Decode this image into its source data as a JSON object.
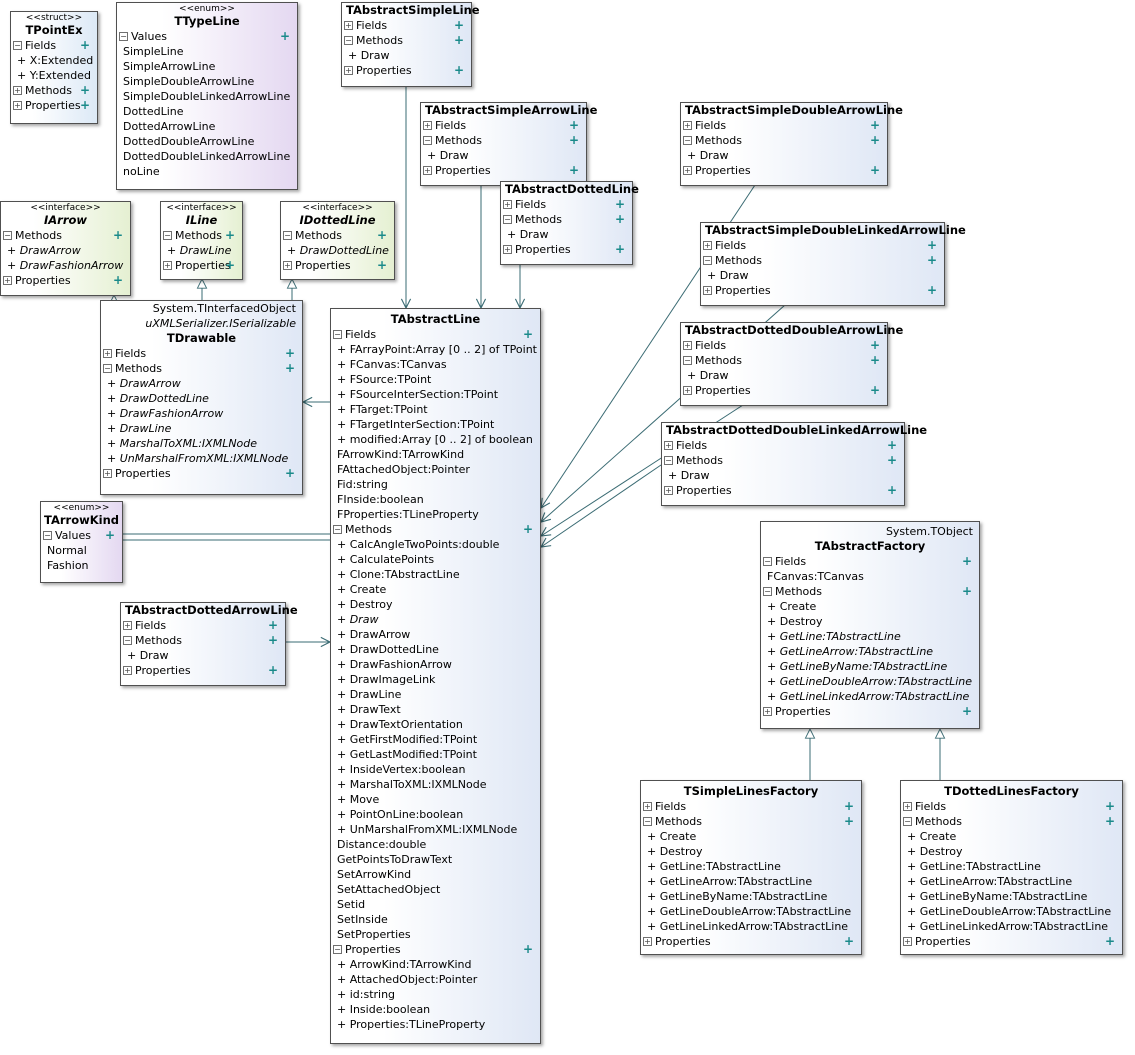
{
  "boxes": {
    "tpointex": {
      "stereotype": "<<struct>>",
      "name": "TPointEx",
      "fields": "Fields",
      "field_items": [
        "+ X:Extended",
        "+ Y:Extended"
      ],
      "methods": "Methods",
      "properties": "Properties"
    },
    "ttypeline": {
      "stereotype": "<<enum>>",
      "name": "TTypeLine",
      "values": "Values",
      "value_items": [
        "SimpleLine",
        "SimpleArrowLine",
        "SimpleDoubleArrowLine",
        "SimpleDoubleLinkedArrowLine",
        "DottedLine",
        "DottedArrowLine",
        "DottedDoubleArrowLine",
        "DottedDoubleLinkedArrowLine",
        "noLine"
      ]
    },
    "tabstractsimpleline": {
      "name": "TAbstractSimpleLine",
      "fields": "Fields",
      "methods": "Methods",
      "method_items": [
        "+ Draw"
      ],
      "properties": "Properties"
    },
    "tabstractsimplearrowline": {
      "name": "TAbstractSimpleArrowLine",
      "fields": "Fields",
      "methods": "Methods",
      "method_items": [
        "+ Draw"
      ],
      "properties": "Properties"
    },
    "tabstractdottedline": {
      "name": "TAbstractDottedLine",
      "fields": "Fields",
      "methods": "Methods",
      "method_items": [
        "+ Draw"
      ],
      "properties": "Properties"
    },
    "tabstractsimpledoublearrowline": {
      "name": "TAbstractSimpleDoubleArrowLine",
      "fields": "Fields",
      "methods": "Methods",
      "method_items": [
        "+ Draw"
      ],
      "properties": "Properties"
    },
    "tabstractsimpledoublelinkedarrowline": {
      "name": "TAbstractSimpleDoubleLinkedArrowLine",
      "fields": "Fields",
      "methods": "Methods",
      "method_items": [
        "+ Draw"
      ],
      "properties": "Properties"
    },
    "tabstractdotteddoublearrowline": {
      "name": "TAbstractDottedDoubleArrowLine",
      "fields": "Fields",
      "methods": "Methods",
      "method_items": [
        "+ Draw"
      ],
      "properties": "Properties"
    },
    "tabstractdotteddoublelinkedarrowline": {
      "name": "TAbstractDottedDoubleLinkedArrowLine",
      "fields": "Fields",
      "methods": "Methods",
      "method_items": [
        "+ Draw"
      ],
      "properties": "Properties"
    },
    "iarrow": {
      "stereotype": "<<interface>>",
      "name": "IArrow",
      "methods": "Methods",
      "method_items": [
        "+ DrawArrow",
        "+ DrawFashionArrow"
      ],
      "properties": "Properties"
    },
    "iline": {
      "stereotype": "<<interface>>",
      "name": "ILine",
      "methods": "Methods",
      "method_items": [
        "+ DrawLine"
      ],
      "properties": "Properties"
    },
    "idottedline": {
      "stereotype": "<<interface>>",
      "name": "IDottedLine",
      "methods": "Methods",
      "method_items": [
        "+ DrawDottedLine"
      ],
      "properties": "Properties"
    },
    "tdrawable": {
      "parent": "System.TInterfacedObject",
      "implements": "uXMLSerializer.ISerializable",
      "name": "TDrawable",
      "fields": "Fields",
      "methods": "Methods",
      "method_items": [
        "+ DrawArrow",
        "+ DrawDottedLine",
        "+ DrawFashionArrow",
        "+ DrawLine",
        "+ MarshalToXML:IXMLNode",
        "+ UnMarshalFromXML:IXMLNode"
      ],
      "properties": "Properties"
    },
    "tarrowkind": {
      "stereotype": "<<enum>>",
      "name": "TArrowKind",
      "values": "Values",
      "value_items": [
        "Normal",
        "Fashion"
      ]
    },
    "tabstractdottedarrowline": {
      "name": "TAbstractDottedArrowLine",
      "fields": "Fields",
      "methods": "Methods",
      "method_items": [
        "+ Draw"
      ],
      "properties": "Properties"
    },
    "tabstractline": {
      "name": "TAbstractLine",
      "fields": "Fields",
      "field_items": [
        "+ FArrayPoint:Array [0 .. 2] of TPoint",
        "+ FCanvas:TCanvas",
        "+ FSource:TPoint",
        "+ FSourceInterSection:TPoint",
        "+ FTarget:TPoint",
        "+ FTargetInterSection:TPoint",
        "+ modified:Array [0 .. 2] of boolean",
        "FArrowKind:TArrowKind",
        "FAttachedObject:Pointer",
        "Fid:string",
        "FInside:boolean",
        "FProperties:TLineProperty"
      ],
      "methods": "Methods",
      "method_items": [
        "+ CalcAngleTwoPoints:double",
        "+ CalculatePoints",
        "+ Clone:TAbstractLine",
        "+ Create",
        "+ Destroy",
        "+ Draw",
        "+ DrawArrow",
        "+ DrawDottedLine",
        "+ DrawFashionArrow",
        "+ DrawImageLink",
        "+ DrawLine",
        "+ DrawText",
        "+ DrawTextOrientation",
        "+ GetFirstModified:TPoint",
        "+ GetLastModified:TPoint",
        "+ InsideVertex:boolean",
        "+ MarshalToXML:IXMLNode",
        "+ Move",
        "+ PointOnLine:boolean",
        "+ UnMarshalFromXML:IXMLNode",
        "Distance:double",
        "GetPointsToDrawText",
        "SetArrowKind",
        "SetAttachedObject",
        "Setid",
        "SetInside",
        "SetProperties"
      ],
      "properties": "Properties",
      "property_items": [
        "+ ArrowKind:TArrowKind",
        "+ AttachedObject:Pointer",
        "+ id:string",
        "+ Inside:boolean",
        "+ Properties:TLineProperty"
      ]
    },
    "tabstractfactory": {
      "parent": "System.TObject",
      "name": "TAbstractFactory",
      "fields": "Fields",
      "field_items": [
        "FCanvas:TCanvas"
      ],
      "methods": "Methods",
      "method_items": [
        "+ Create",
        "+ Destroy",
        "+ GetLine:TAbstractLine",
        "+ GetLineArrow:TAbstractLine",
        "+ GetLineByName:TAbstractLine",
        "+ GetLineDoubleArrow:TAbstractLine",
        "+ GetLineLinkedArrow:TAbstractLine"
      ],
      "properties": "Properties"
    },
    "tsimplelinesfactory": {
      "name": "TSimpleLinesFactory",
      "fields": "Fields",
      "methods": "Methods",
      "method_items": [
        "+ Create",
        "+ Destroy",
        "+ GetLine:TAbstractLine",
        "+ GetLineArrow:TAbstractLine",
        "+ GetLineByName:TAbstractLine",
        "+ GetLineDoubleArrow:TAbstractLine",
        "+ GetLineLinkedArrow:TAbstractLine"
      ],
      "properties": "Properties"
    },
    "tdottedlinesfactory": {
      "name": "TDottedLinesFactory",
      "fields": "Fields",
      "methods": "Methods",
      "method_items": [
        "+ Create",
        "+ Destroy",
        "+ GetLine:TAbstractLine",
        "+ GetLineArrow:TAbstractLine",
        "+ GetLineByName:TAbstractLine",
        "+ GetLineDoubleArrow:TAbstractLine",
        "+ GetLineLinkedArrow:TAbstractLine"
      ],
      "properties": "Properties"
    }
  }
}
